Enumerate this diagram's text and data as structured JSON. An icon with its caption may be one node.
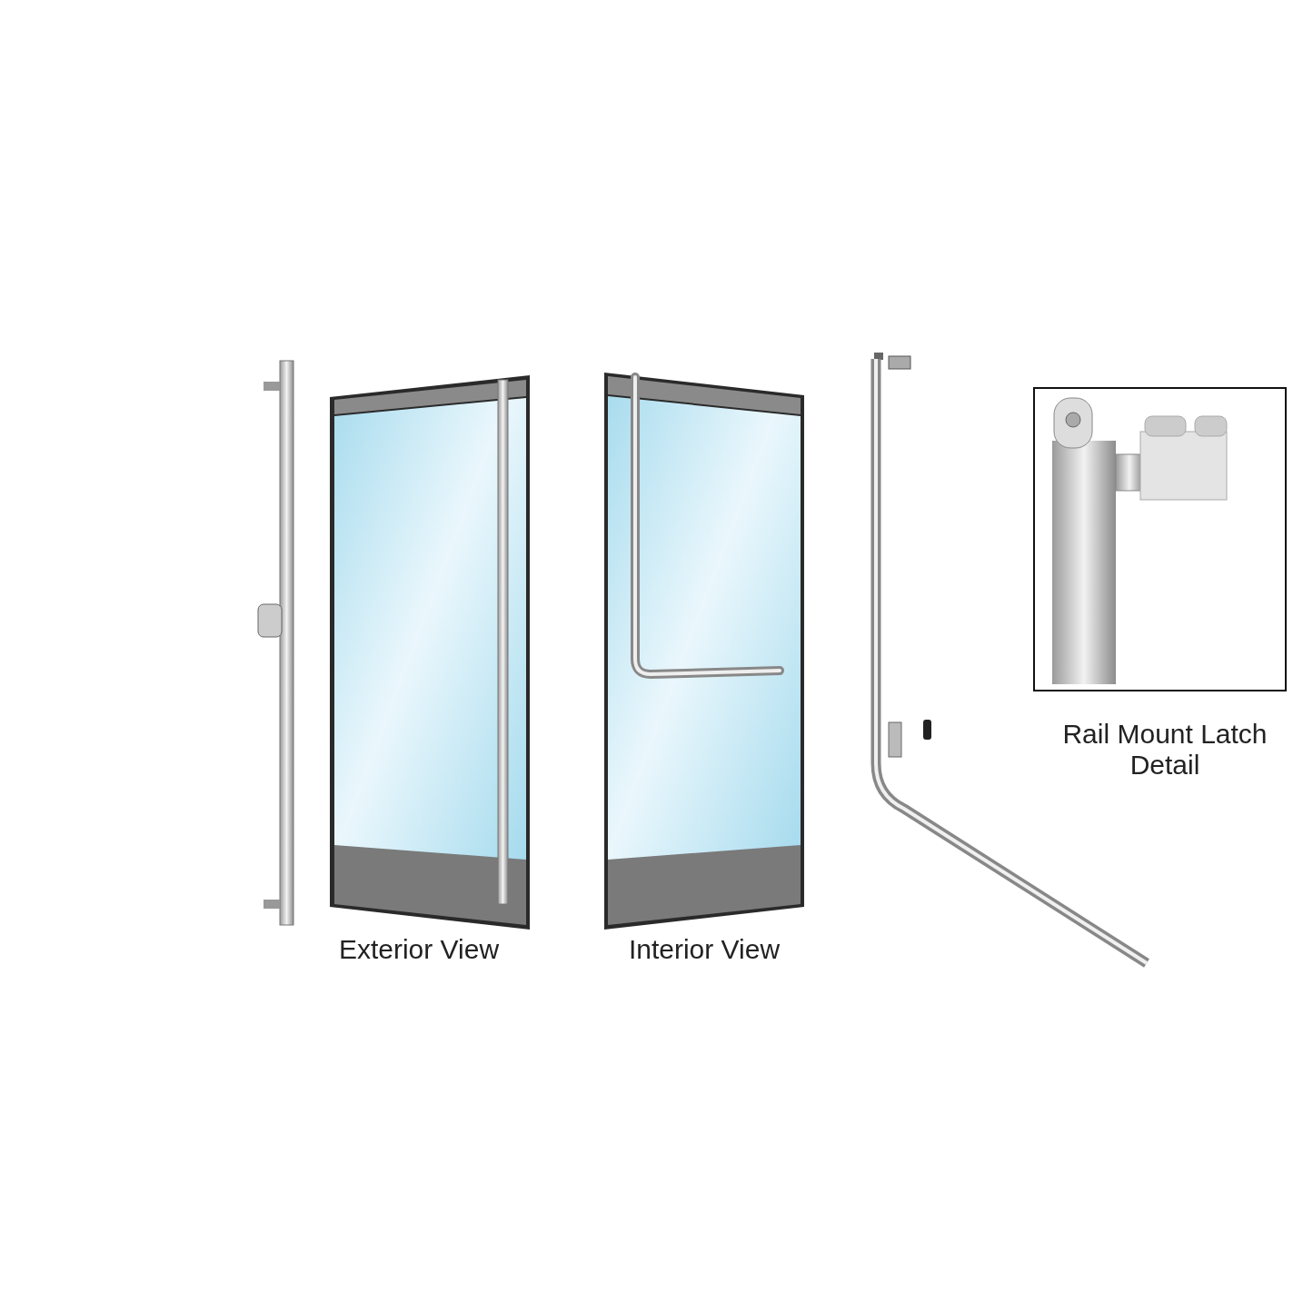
{
  "diagram": {
    "labels": [
      "Exterior View",
      "Interior View",
      "Rail Mount Latch Detail"
    ]
  }
}
